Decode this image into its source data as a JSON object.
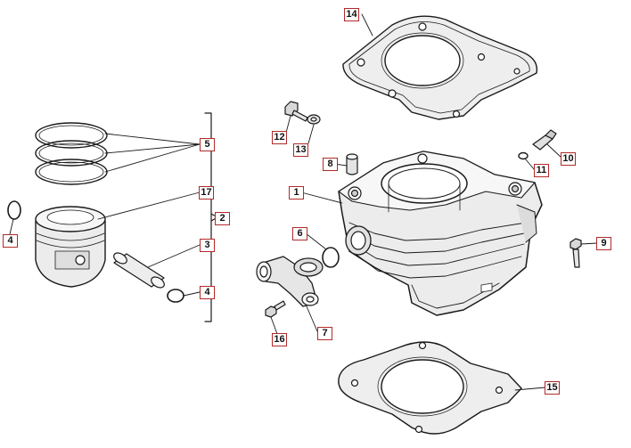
{
  "diagram": {
    "callouts": [
      {
        "id": "c14",
        "label": "14"
      },
      {
        "id": "c12",
        "label": "12"
      },
      {
        "id": "c13",
        "label": "13"
      },
      {
        "id": "c8",
        "label": "8"
      },
      {
        "id": "c10",
        "label": "10"
      },
      {
        "id": "c11",
        "label": "11"
      },
      {
        "id": "c1",
        "label": "1"
      },
      {
        "id": "c6",
        "label": "6"
      },
      {
        "id": "c9",
        "label": "9"
      },
      {
        "id": "c16",
        "label": "16"
      },
      {
        "id": "c7",
        "label": "7"
      },
      {
        "id": "c15",
        "label": "15"
      },
      {
        "id": "c5",
        "label": "5"
      },
      {
        "id": "c17",
        "label": "17"
      },
      {
        "id": "c2",
        "label": "2"
      },
      {
        "id": "c4a",
        "label": "4"
      },
      {
        "id": "c3",
        "label": "3"
      },
      {
        "id": "c4b",
        "label": "4"
      }
    ]
  },
  "colors": {
    "callout_border": "#b22a2a",
    "line": "#1a1a1a",
    "part_fill": "#ececec",
    "part_shadow": "#c9c9c9"
  }
}
